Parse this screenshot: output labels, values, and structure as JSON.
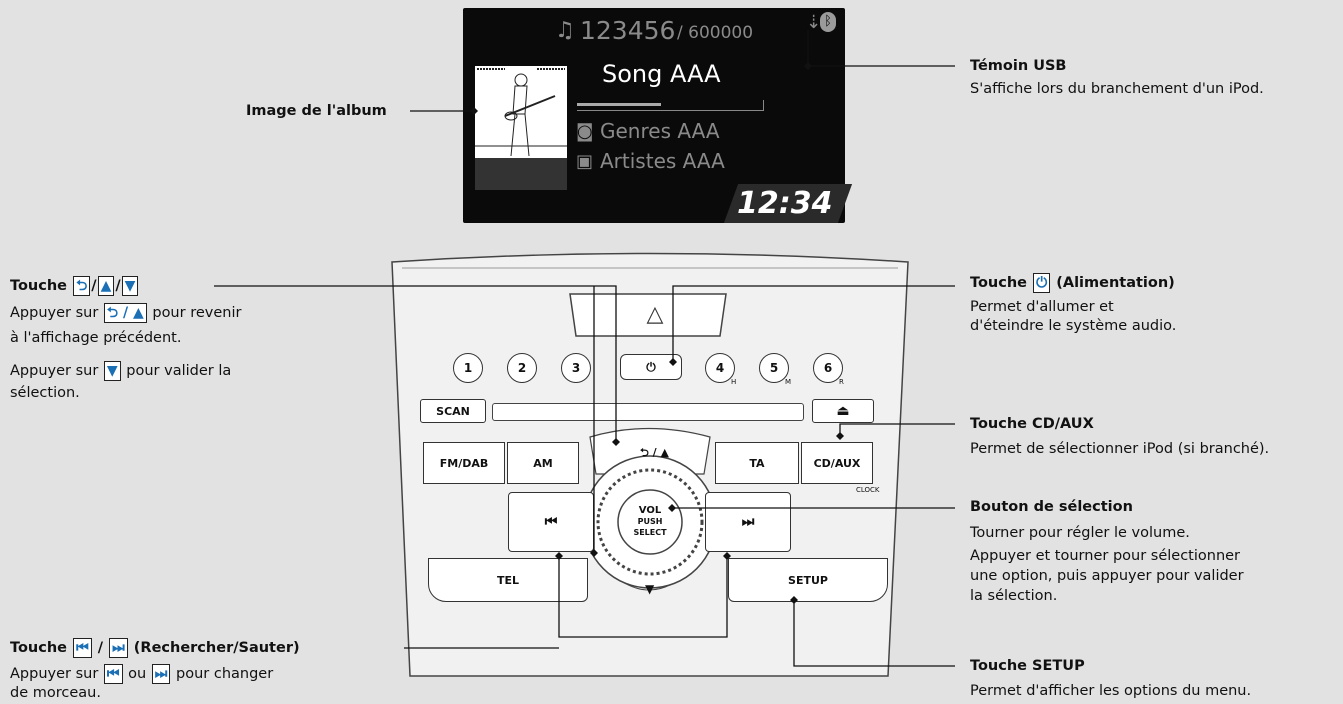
{
  "screen": {
    "track_counter": "123456",
    "track_total": "/ 600000",
    "song": "Song AAA",
    "genre": "Genres AAA",
    "artist": "Artistes AAA",
    "clock": "12:34",
    "progress": 0.45
  },
  "panel": {
    "presets": [
      "1",
      "2",
      "3",
      "4",
      "5",
      "6"
    ],
    "preset_subs": {
      "4": "H",
      "5": "M",
      "6": "R"
    },
    "scan": "SCAN",
    "fmdab": "FM/DAB",
    "am": "AM",
    "ta": "TA",
    "cdaux": "CD/AUX",
    "clock_small": "CLOCK",
    "back_up": "⮌ / ▲",
    "vol1": "VOL",
    "vol2": "PUSH",
    "vol3": "SELECT",
    "down": "▼",
    "tel": "TEL",
    "setup": "SETUP",
    "seek_back": "⏮",
    "seek_fwd": "⏭",
    "eject": "⏏"
  },
  "callouts": {
    "album": {
      "title": "Image de l'album"
    },
    "usb": {
      "title": "Témoin USB",
      "desc": "S'affiche lors du branchement d'un iPod."
    },
    "back": {
      "title_prefix": "Touche",
      "line1_pre": "Appuyer sur",
      "line1_post": "pour revenir",
      "line2": "à l'affichage précédent.",
      "line3_pre": "Appuyer sur",
      "line3_post": "pour valider la",
      "line4": "sélection."
    },
    "power": {
      "title_prefix": "Touche",
      "title_suffix": "(Alimentation)",
      "desc1": "Permet d'allumer et",
      "desc2": "d'éteindre le système audio."
    },
    "cdaux": {
      "title": "Touche CD/AUX",
      "desc": "Permet de sélectionner iPod (si branché)."
    },
    "select": {
      "title": "Bouton de sélection",
      "desc1": "Tourner pour régler le volume.",
      "desc2": "Appuyer et tourner pour sélectionner",
      "desc3": "une option, puis appuyer pour valider",
      "desc4": "la sélection."
    },
    "seek": {
      "title_prefix": "Touche",
      "slash": "/",
      "title_suffix": "(Rechercher/Sauter)",
      "line1_pre": "Appuyer sur",
      "line1_mid": "ou",
      "line1_post": "pour changer",
      "line2": "de morceau."
    },
    "setup": {
      "title": "Touche SETUP",
      "desc": "Permet d'afficher les options du menu."
    }
  }
}
